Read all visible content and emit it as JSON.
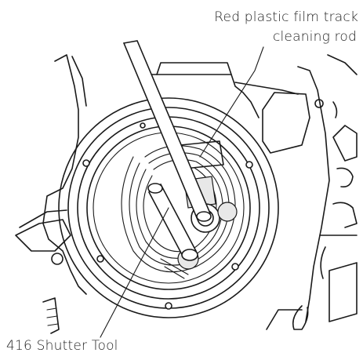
{
  "callouts": {
    "rod_line1": "Red plastic film track",
    "rod_line2": "cleaning rod",
    "shutter_tool": "416 Shutter Tool"
  },
  "colors": {
    "ink": "#1a1a1a",
    "background": "#ffffff"
  }
}
